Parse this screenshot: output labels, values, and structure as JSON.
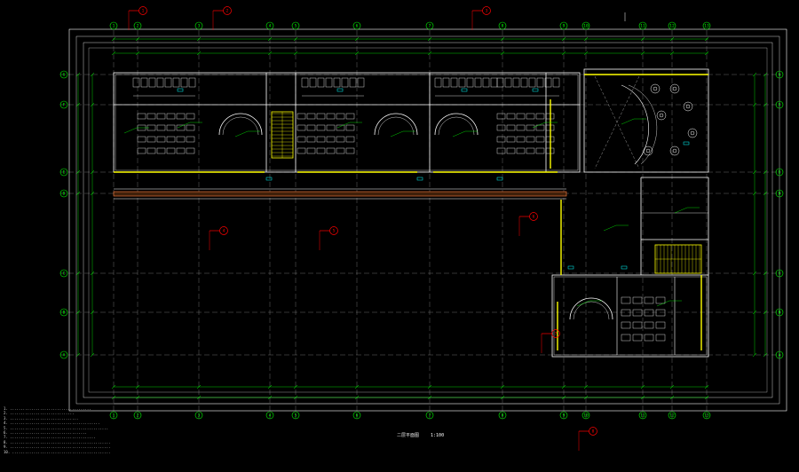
{
  "colors": {
    "background": "#000000",
    "wall": "#ffffff",
    "grid": "#00ff00",
    "axis_line": "#dcdcdc",
    "highlight_wall": "#ffff00",
    "index_mark": "#ff0000",
    "equipment": "#00ffff",
    "corridor": "#ff8040",
    "magenta": "#ff40ff"
  },
  "grid_axes": {
    "columns": [
      "1",
      "2",
      "3",
      "4",
      "5",
      "6",
      "7",
      "8",
      "9",
      "10",
      "11",
      "12",
      "13"
    ],
    "rows": [
      "G",
      "F",
      "E",
      "D",
      "C",
      "B",
      "A"
    ]
  },
  "index_marks": [
    "1",
    "2",
    "3",
    "4",
    "5",
    "6",
    "7",
    "8"
  ],
  "drawing_title": {
    "name": "二层平面图",
    "scale": "1:100"
  },
  "notes": [
    "1. ......................................",
    "2. ..............................",
    "3. ................................",
    "4. ..........................................",
    "5. ..............................................",
    "6. ....................................",
    "7. ........................................",
    "8. ..................................................",
    "9. ....................................................",
    "10. .................................................."
  ],
  "icons": {
    "staircase": "stair-icon",
    "grid_bubble": "axis-bubble-icon",
    "detail_index": "detail-index-icon"
  }
}
